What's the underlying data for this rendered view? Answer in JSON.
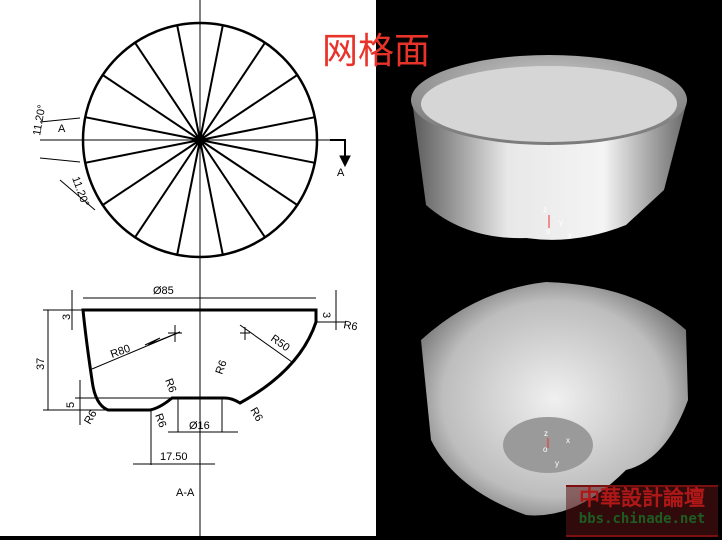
{
  "title": "网格面",
  "drawing": {
    "angle_top": "11.20°",
    "angle_bottom": "11.20°",
    "section_marker": "A",
    "section_marker_2": "A",
    "dim_diameter_top": "Ø85",
    "dim_rim_left": "3",
    "dim_rim_right": "3",
    "dim_height": "37",
    "dim_foot": "5",
    "r80": "R80",
    "r50": "R50",
    "r6_a": "R6",
    "r6_b": "R6",
    "r6_c": "R6",
    "r6_d": "R6",
    "r6_e": "R6",
    "r6_f": "R6",
    "dim_diameter_bottom": "Ø16",
    "dim_offset": "17.50",
    "section_label": "A-A"
  },
  "render_top": {
    "axis_z": "z",
    "axis_y": "y",
    "axis_x": "x",
    "axis_o": "o"
  },
  "render_bottom": {
    "axis_z": "z",
    "axis_y": "y",
    "axis_x": "x",
    "axis_o": "o"
  },
  "watermark": {
    "name": "中華設計論壇",
    "url": "bbs.chinade.net"
  }
}
